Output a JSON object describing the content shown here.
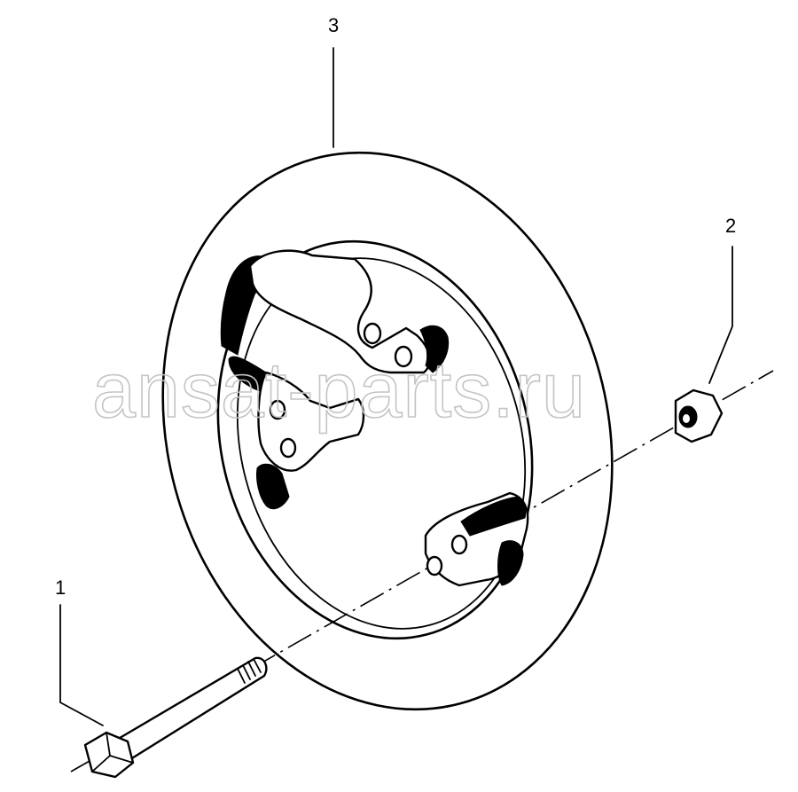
{
  "watermark": "ansat-parts.ru",
  "callouts": [
    {
      "id": "bolt",
      "label": "1"
    },
    {
      "id": "nut",
      "label": "2"
    },
    {
      "id": "ring",
      "label": "3"
    }
  ]
}
